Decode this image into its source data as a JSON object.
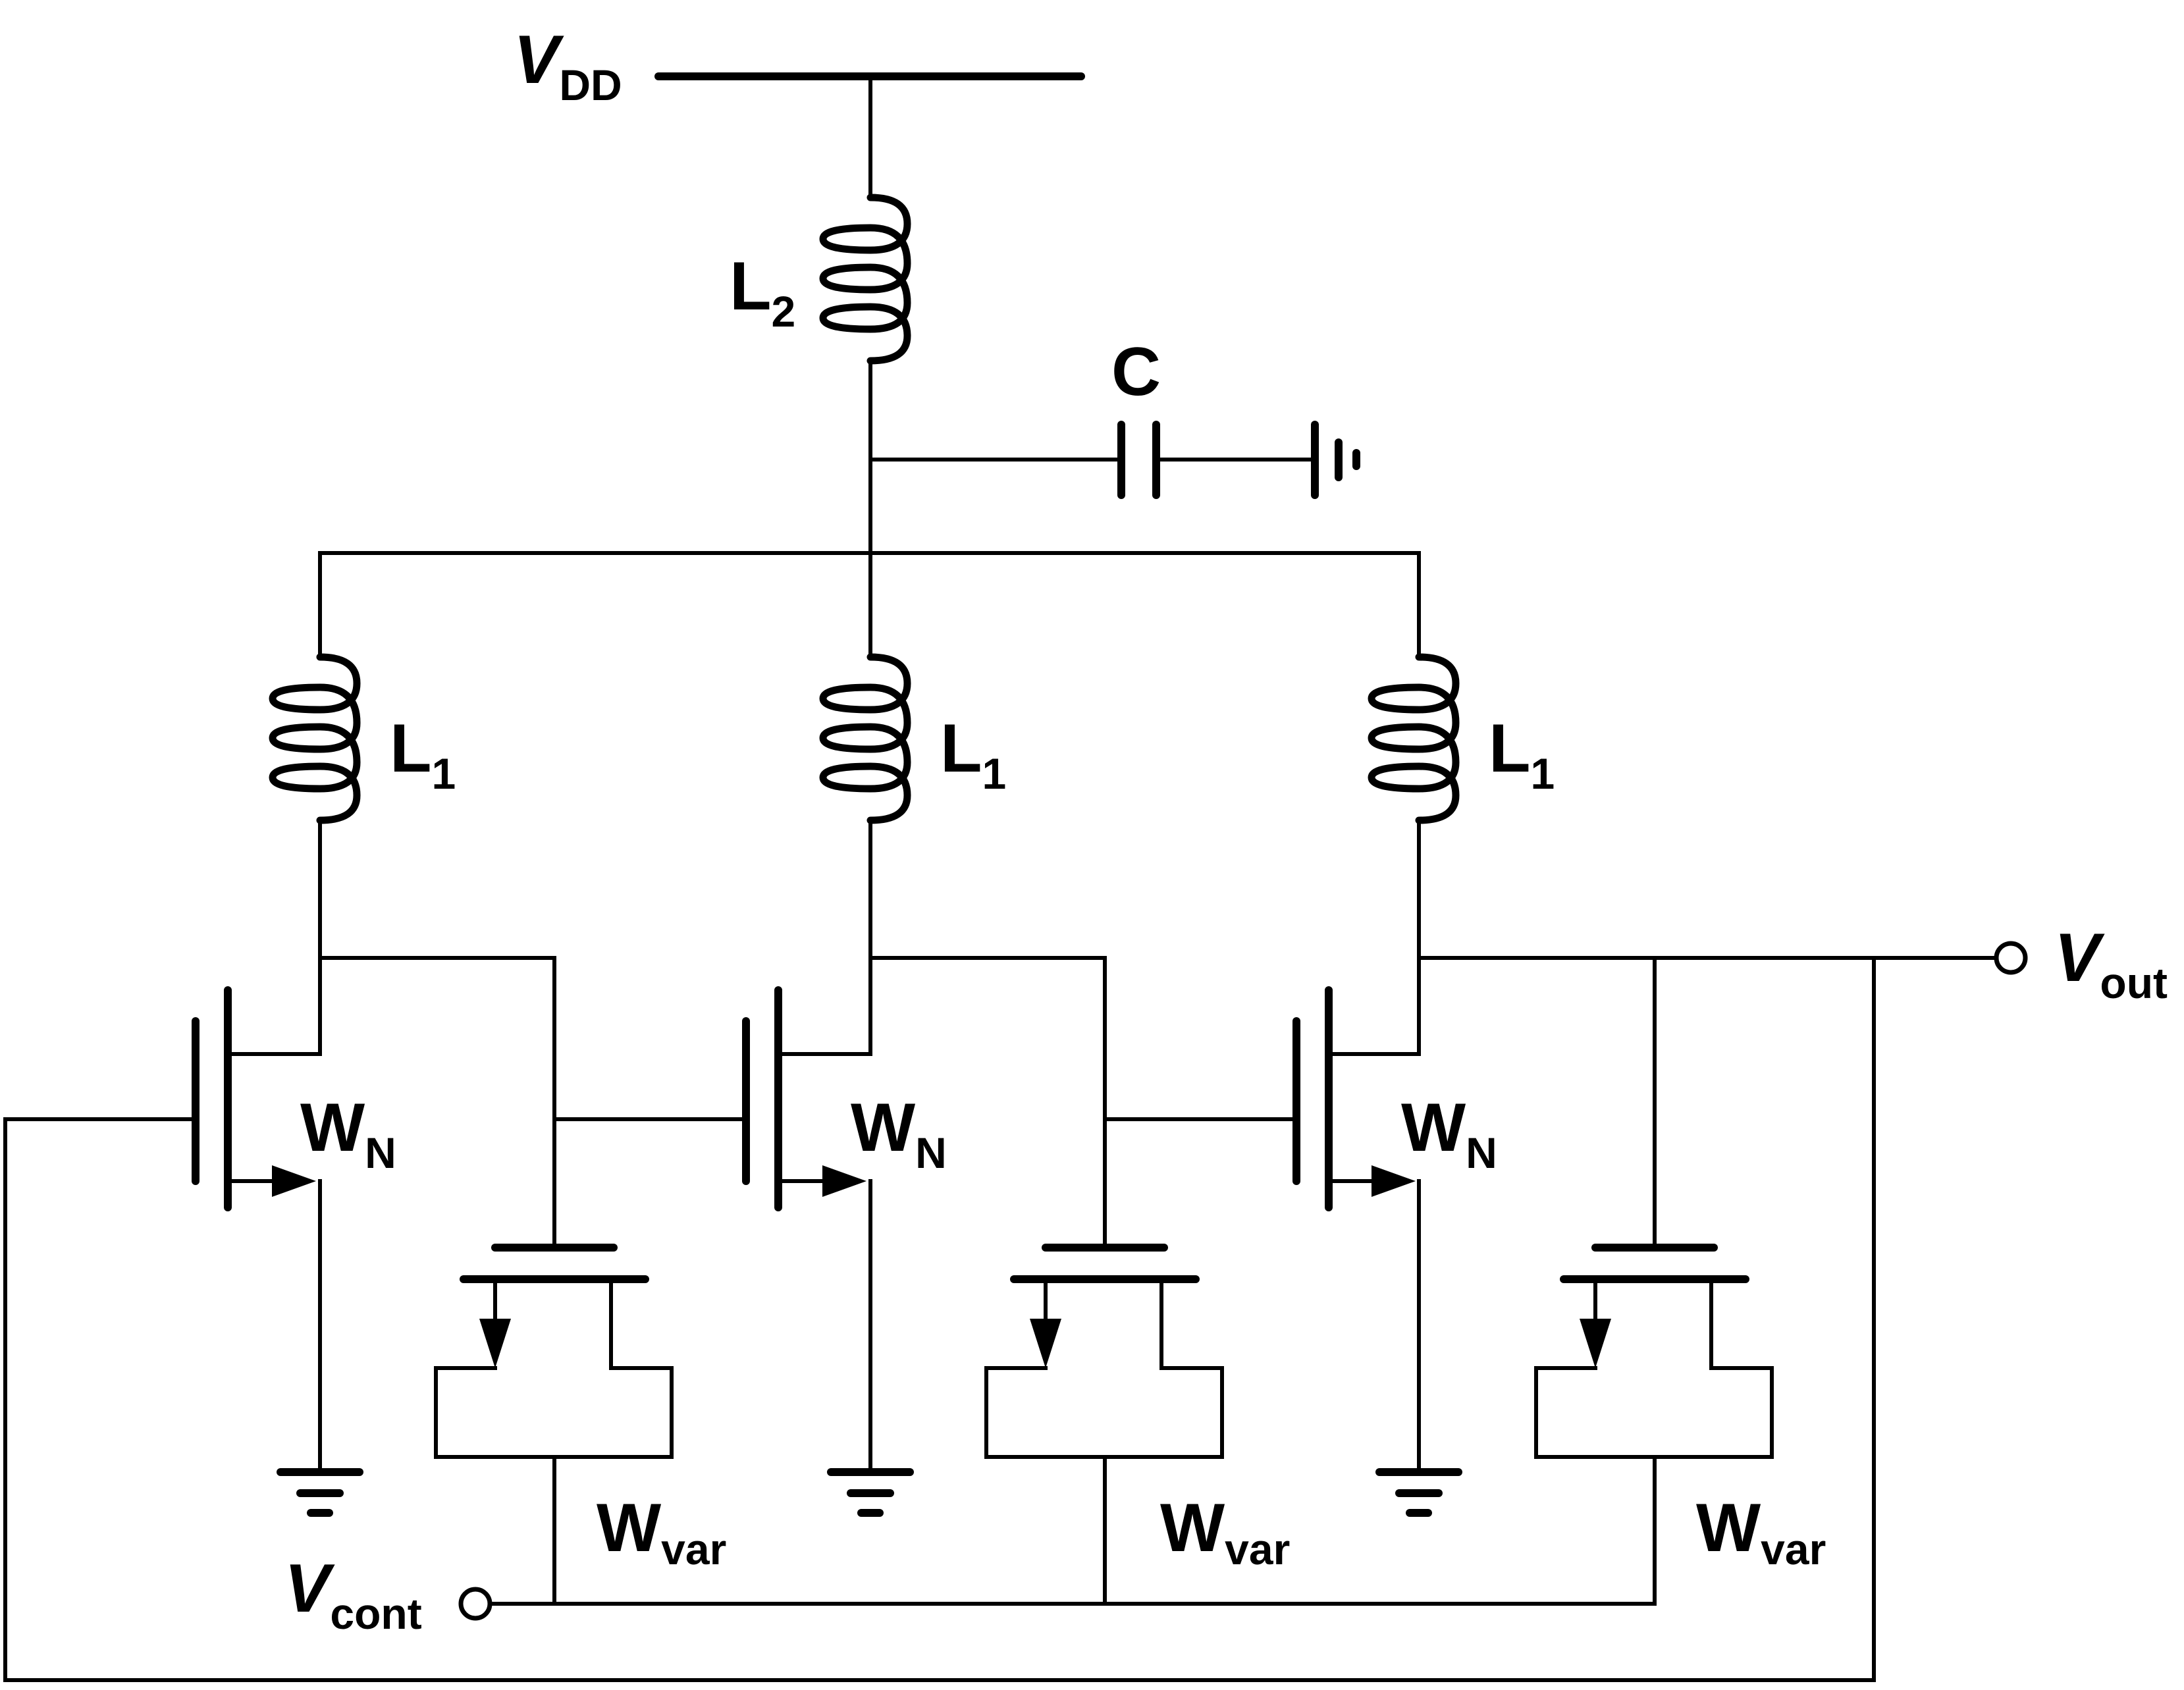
{
  "labels": {
    "vdd": {
      "main": "V",
      "sub": "DD"
    },
    "l2": {
      "main": "L",
      "sub": "2"
    },
    "c": "C",
    "l1": {
      "main": "L",
      "sub": "1"
    },
    "wn": {
      "main": "W",
      "sub": "N"
    },
    "wvar": {
      "main": "W",
      "sub": "var"
    },
    "vout": {
      "main": "V",
      "sub": "out"
    },
    "vcont": {
      "main": "V",
      "sub": "cont"
    }
  },
  "stages": 3,
  "colors": {
    "ink": "#000000",
    "background": "#ffffff"
  }
}
